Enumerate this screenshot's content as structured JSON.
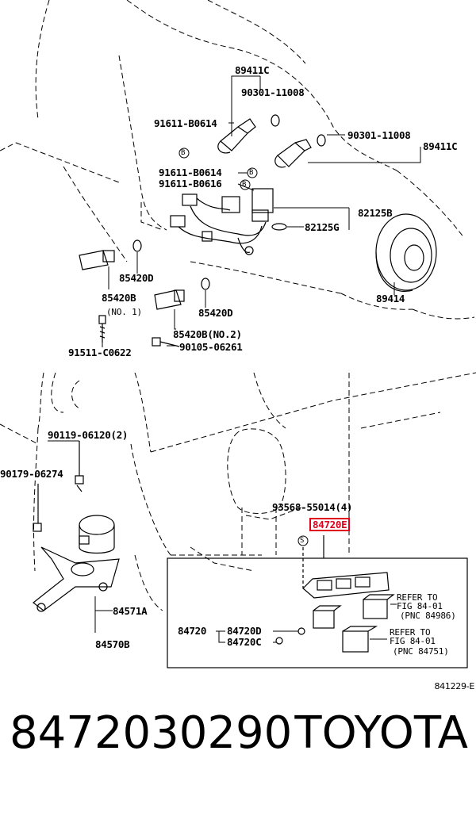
{
  "labels": {
    "p89411c_top": "89411C",
    "p90301_top": "90301-11008",
    "p91611_a": "91611-B0614",
    "p90301_right": "90301-11008",
    "p89411c_right": "89411C",
    "p91611_b": "91611-B0614",
    "p91611_c": "91611-B0616",
    "p82125b": "82125B",
    "p82125g": "82125G",
    "p85420d_a": "85420D",
    "p85420b_a": "85420B",
    "no1": "(NO. 1)",
    "p89414": "89414",
    "p85420d_b": "85420D",
    "p85420b_b": "85420B(NO.2)",
    "p91511": "91511-C0622",
    "p90105": "90105-06261",
    "p90119": "90119-06120(2)",
    "p90179": "90179-06274",
    "p93568": "93568-55014(4)",
    "p84720e": "84720E",
    "refer1_a": "REFER TO",
    "refer1_b": "FIG 84-01",
    "refer1_c": "(PNC 84986)",
    "p84571a": "84571A",
    "p84570b": "84570B",
    "p84720": "84720",
    "p84720d": "84720D",
    "p84720c": "84720C",
    "refer2_a": "REFER TO",
    "refer2_b": "FIG 84-01",
    "refer2_c": "(PNC 84751)"
  },
  "bolt_marks": [
    "B",
    "B",
    "B",
    "S"
  ],
  "drawing_code": "841229-E",
  "part_number": "8472030290",
  "brand": "TOYOTA",
  "highlight_color": "#e0001b"
}
